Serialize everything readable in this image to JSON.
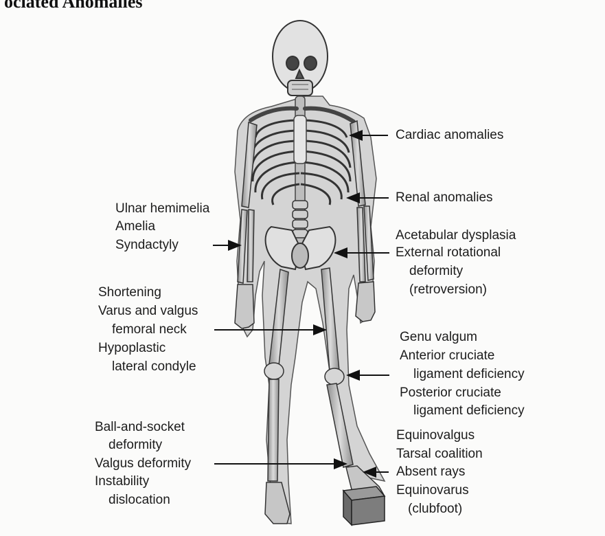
{
  "heading": "ociated Anomalies",
  "labels": {
    "cardiac": "Cardiac anomalies",
    "renal": "Renal anomalies",
    "upper_limb": [
      "Ulnar hemimelia",
      "Amelia",
      "Syndactyly"
    ],
    "hip": [
      "Acetabular dysplasia",
      "External rotational",
      "deformity",
      "(retroversion)"
    ],
    "femur": [
      "Shortening",
      "Varus and valgus",
      "femoral neck",
      "Hypoplastic",
      "lateral condyle"
    ],
    "knee": [
      "Genu valgum",
      "Anterior cruciate",
      "ligament deficiency",
      "Posterior cruciate",
      "ligament deficiency"
    ],
    "ankle": [
      "Ball-and-socket",
      "deformity",
      "Valgus deformity",
      "Instability",
      "dislocation"
    ],
    "foot": [
      "Equinovalgus",
      "Tarsal coalition",
      "Absent rays",
      "Equinovarus",
      "(clubfoot)"
    ]
  }
}
